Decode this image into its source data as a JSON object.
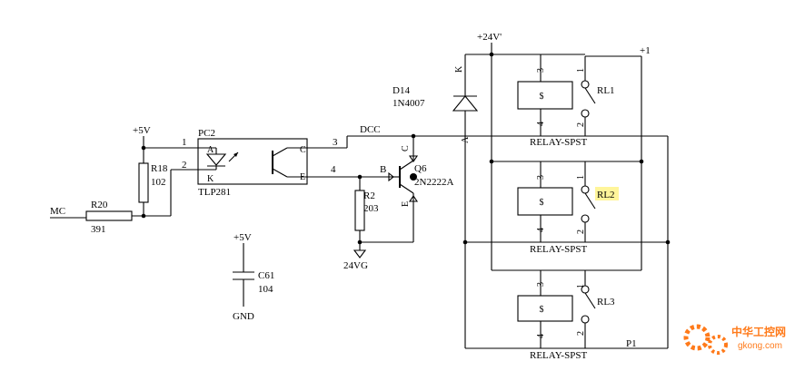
{
  "labels": {
    "mc": "MC",
    "r20_ref": "R20",
    "r20_val": "391",
    "r18_ref": "R18",
    "r18_val": "102",
    "plus5v_top": "+5V",
    "pc2_ref": "PC2",
    "pc2_part": "TLP281",
    "pin_a": "A",
    "pin_k": "K",
    "pin_c": "C",
    "pin_e": "E",
    "net1": "1",
    "net2": "2",
    "net3": "3",
    "net4": "4",
    "dcc": "DCC",
    "d14_ref": "D14",
    "d14_part": "1N4007",
    "d14_k": "K",
    "r2_ref": "R2",
    "r2_val": "203",
    "gnd24": "24VG",
    "q6_ref": "Q6",
    "q6_part": "2N2222A",
    "q_b": "B",
    "q_c": "C",
    "q_e": "E",
    "plus24": "+24V'",
    "plus1": "+1",
    "plus5v_c": "+5V",
    "c61_ref": "C61",
    "c61_val": "104",
    "gnd": "GND",
    "p1": "P1",
    "relay_part": "RELAY-SPST",
    "relays": [
      "RL1",
      "RL2",
      "RL3"
    ],
    "relay_pins": {
      "p3": "3",
      "p4": "4",
      "p1": "1",
      "p2": "2"
    }
  },
  "highlight_color": "#fff59a",
  "highlighted_label": "RL2",
  "watermark": {
    "cn": "中华工控网",
    "en": "gkong.com",
    "color": "#ff7a1a"
  }
}
